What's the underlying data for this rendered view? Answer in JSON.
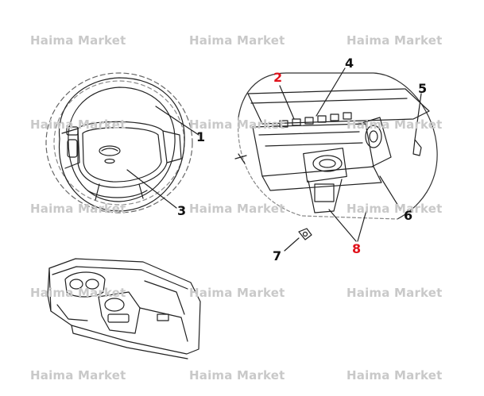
{
  "watermark": {
    "text": "Haima Market"
  },
  "callouts": [
    {
      "id": "1",
      "label": "1",
      "color": "#111111"
    },
    {
      "id": "2",
      "label": "2",
      "color": "#e0121b"
    },
    {
      "id": "3",
      "label": "3",
      "color": "#111111"
    },
    {
      "id": "4",
      "label": "4",
      "color": "#111111"
    },
    {
      "id": "5",
      "label": "5",
      "color": "#111111"
    },
    {
      "id": "6",
      "label": "6",
      "color": "#111111"
    },
    {
      "id": "7",
      "label": "7",
      "color": "#111111"
    },
    {
      "id": "8",
      "label": "8",
      "color": "#e0121b"
    }
  ]
}
